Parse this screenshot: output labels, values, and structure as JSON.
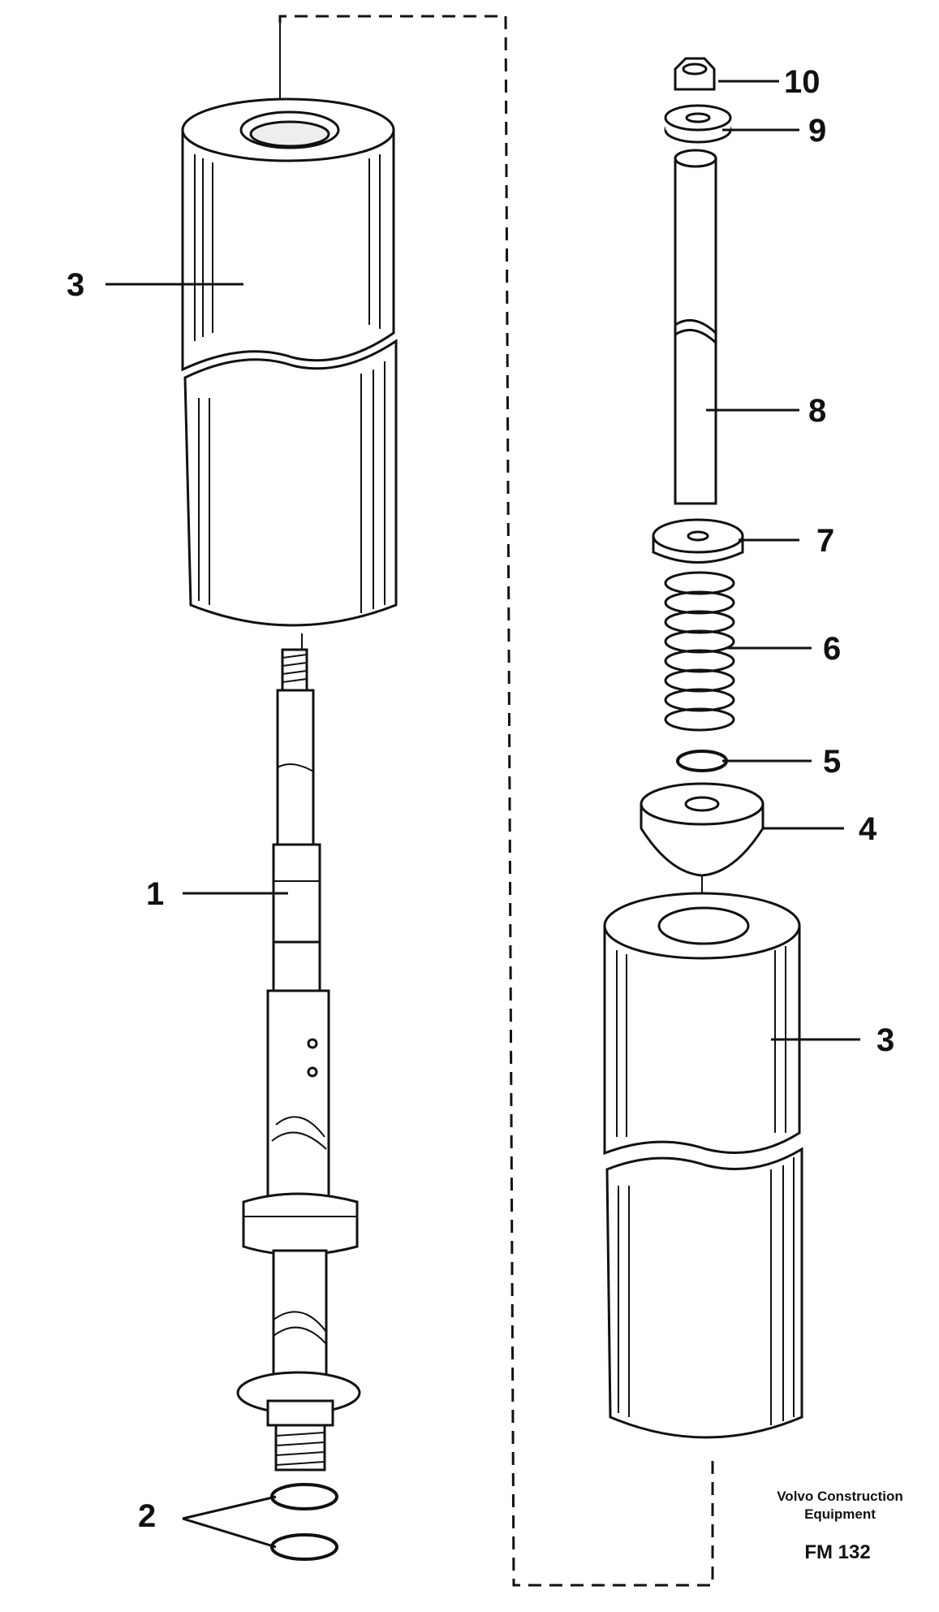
{
  "callouts": {
    "c1": "1",
    "c2": "2",
    "c3_left": "3",
    "c3_right": "3",
    "c4": "4",
    "c5": "5",
    "c6": "6",
    "c7": "7",
    "c8": "8",
    "c9": "9",
    "c10": "10"
  },
  "credit": {
    "line1": "Volvo Construction",
    "line2": "Equipment",
    "code": "FM 132"
  }
}
